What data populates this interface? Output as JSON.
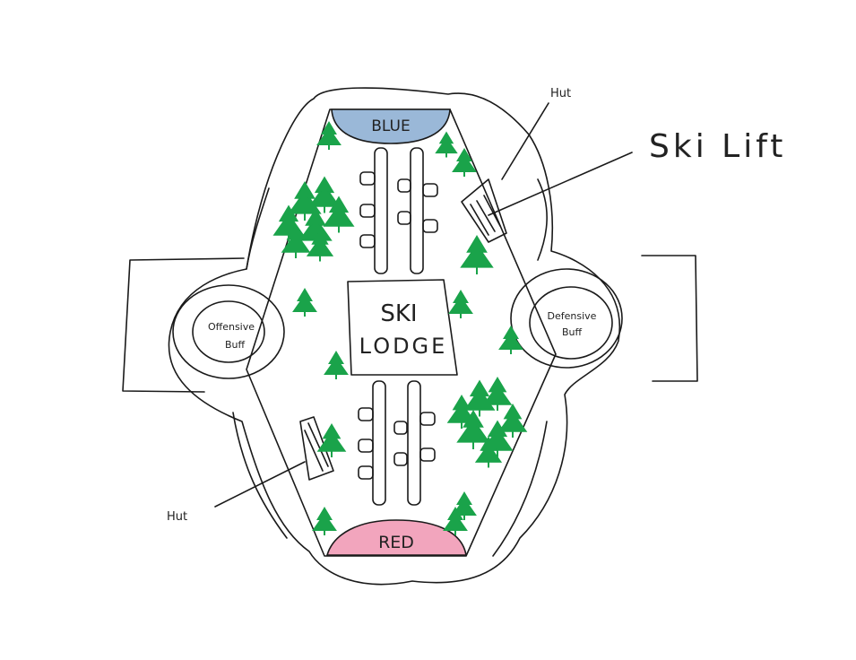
{
  "map": {
    "blue_base": "BLUE",
    "red_base": "RED",
    "lodge_line1": "SKI",
    "lodge_line2": "LODGE",
    "offensive_line1": "Offensive",
    "offensive_line2": "Buff",
    "defensive_line1": "Defensive",
    "defensive_line2": "Buff"
  },
  "labels": {
    "hut_top": "Hut",
    "hut_bottom": "Hut",
    "ski_lift": "Ski Lift"
  },
  "colors": {
    "blue": "#9ab8d8",
    "red": "#f2a5bd",
    "tree": "#1aa34a",
    "ink": "#1a1a1a"
  }
}
